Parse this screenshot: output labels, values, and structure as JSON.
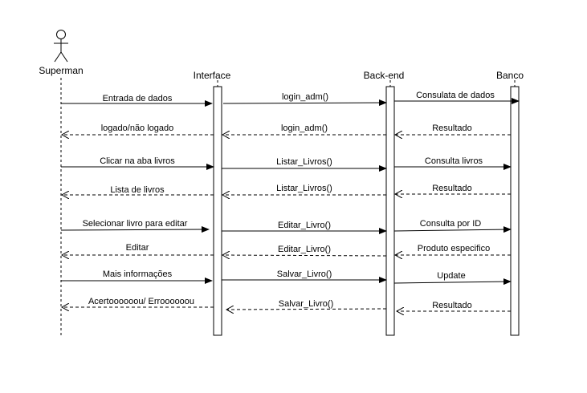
{
  "participants": {
    "actor": "Superman",
    "interface": "Interface",
    "backend": "Back-end",
    "banco": "Banco"
  },
  "messages": [
    {
      "label": "Entrada de dados",
      "kind": "sync"
    },
    {
      "label": "login_adm()",
      "kind": "sync"
    },
    {
      "label": "Consulata de dados",
      "kind": "sync"
    },
    {
      "label": "logado/não logado",
      "kind": "return"
    },
    {
      "label": "login_adm()",
      "kind": "return"
    },
    {
      "label": "Resultado",
      "kind": "return"
    },
    {
      "label": "Clicar na aba livros",
      "kind": "sync"
    },
    {
      "label": "Listar_Livros()",
      "kind": "sync"
    },
    {
      "label": "Consulta livros",
      "kind": "sync"
    },
    {
      "label": "Lista de livros",
      "kind": "return"
    },
    {
      "label": "Listar_Livros()",
      "kind": "return"
    },
    {
      "label": "Resultado",
      "kind": "return"
    },
    {
      "label": "Selecionar livro para editar",
      "kind": "sync"
    },
    {
      "label": "Editar_Livro()",
      "kind": "sync"
    },
    {
      "label": "Consulta por ID",
      "kind": "sync"
    },
    {
      "label": "Editar",
      "kind": "return"
    },
    {
      "label": "Editar_Livro()",
      "kind": "return"
    },
    {
      "label": "Produto especifico",
      "kind": "return"
    },
    {
      "label": "Mais informações",
      "kind": "sync"
    },
    {
      "label": "Salvar_Livro()",
      "kind": "sync"
    },
    {
      "label": "Update",
      "kind": "sync"
    },
    {
      "label": "Acertoooooou/ Erroooooou",
      "kind": "return"
    },
    {
      "label": "Salvar_Livro()",
      "kind": "return"
    },
    {
      "label": "Resultado",
      "kind": "return"
    }
  ]
}
